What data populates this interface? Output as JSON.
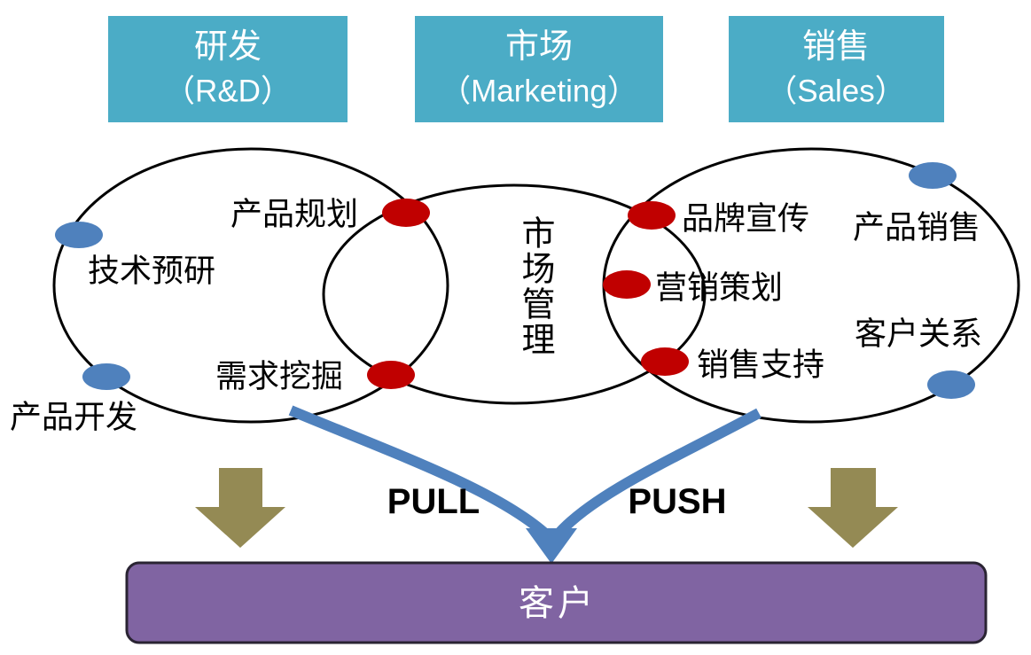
{
  "headers": [
    {
      "line1": "研发",
      "line2": "（R&D）"
    },
    {
      "line1": "市场",
      "line2": "（Marketing）"
    },
    {
      "line1": "销售",
      "line2": "（Sales）"
    }
  ],
  "rd_circle": {
    "inner_label": "技术预研",
    "outer_label": "产品开发"
  },
  "rd_marketing_overlap": {
    "top_label": "产品规划",
    "bottom_label": "需求挖掘"
  },
  "marketing_ellipse": {
    "vertical_label": "市场管理"
  },
  "marketing_sales_overlap": {
    "top_label": "品牌宣传",
    "middle_label": "营销策划",
    "bottom_label": "销售支持"
  },
  "sales_circle": {
    "upper_label": "产品销售",
    "lower_label": "客户关系"
  },
  "flow_labels": {
    "pull": "PULL",
    "push": "PUSH"
  },
  "customer_box": {
    "label": "客户"
  },
  "colors": {
    "header_teal": "#4BACC6",
    "marketing_fill": "#FBD5B5",
    "connector_red": "#C00000",
    "dot_blue": "#4F81BD",
    "flow_blue": "#4F81BD",
    "arrow_olive": "#948A54",
    "customer_purple": "#8064A2",
    "customer_border": "#2A2433"
  }
}
